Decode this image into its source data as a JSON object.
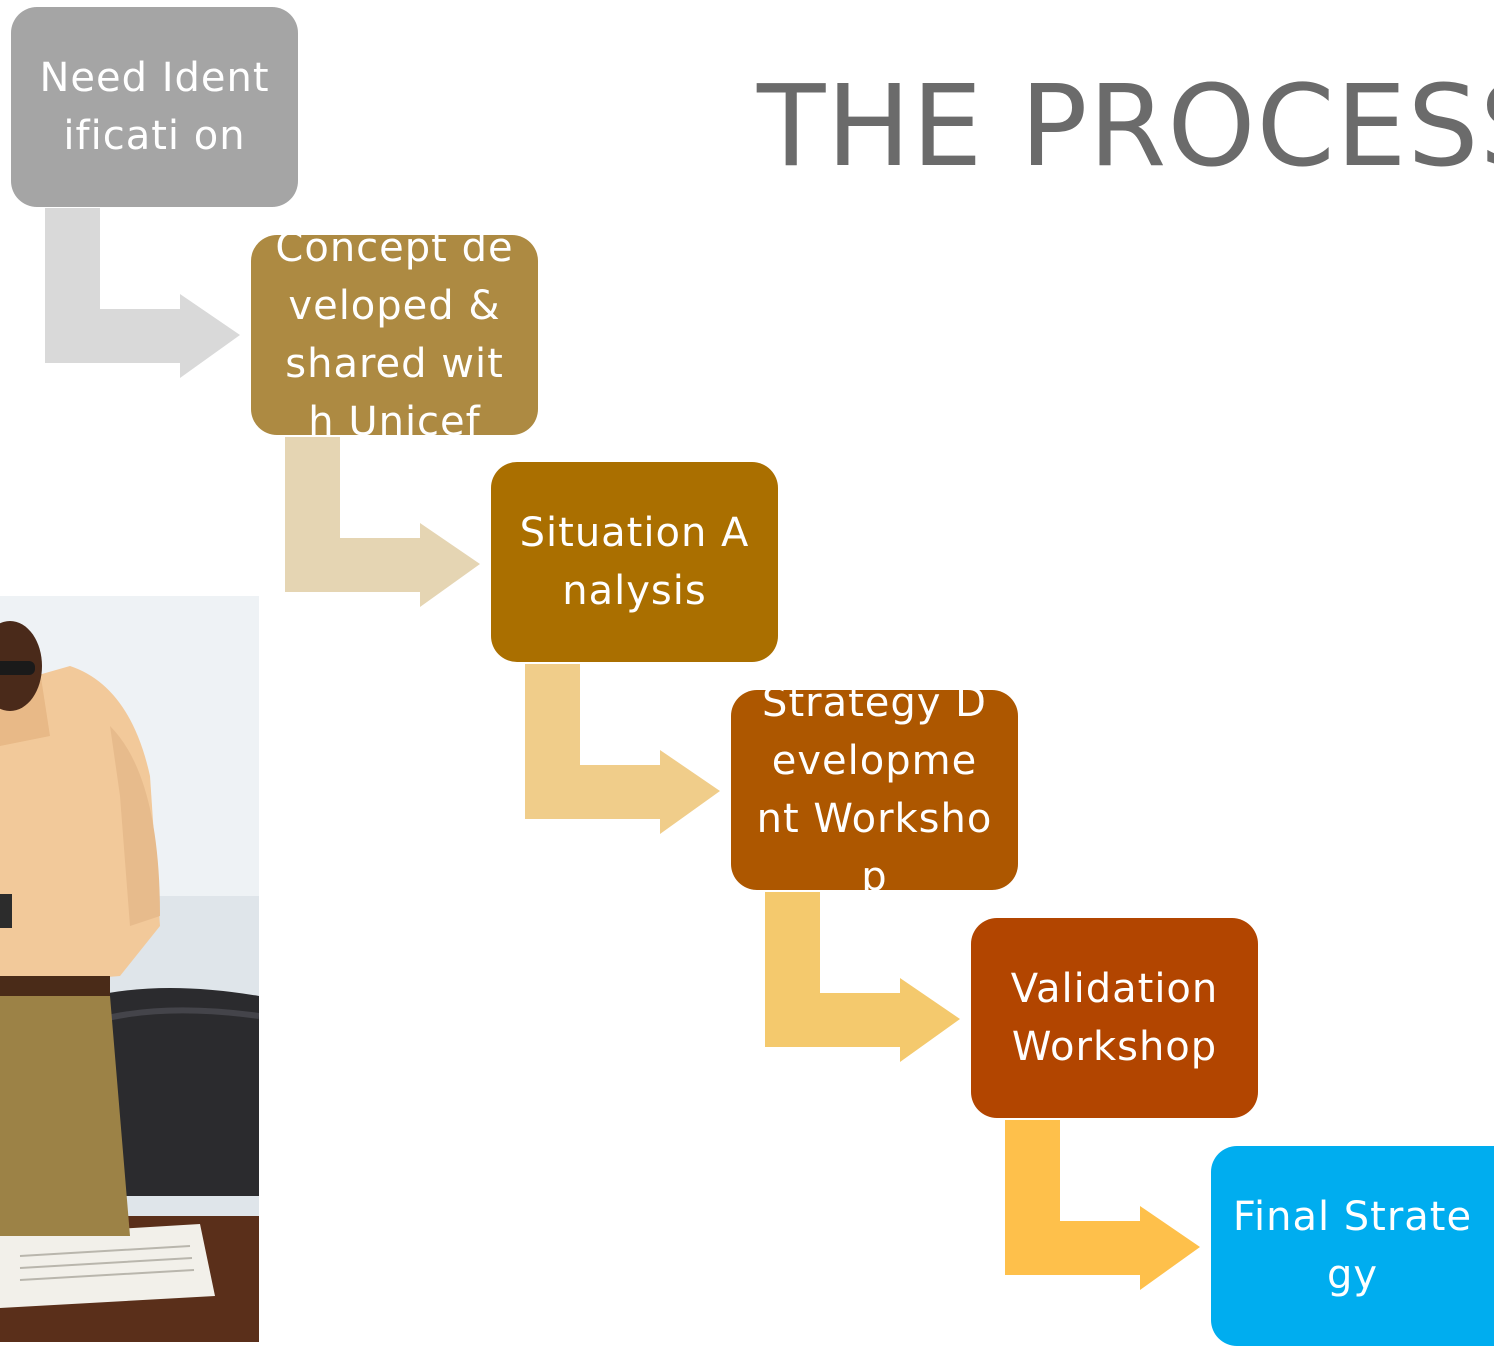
{
  "title": "THE PROCESS",
  "steps": [
    {
      "label": "Need Identificati on",
      "color": "#a5a5a5"
    },
    {
      "label": "Concept developed & shared with Unicef",
      "color": "#ad8a42"
    },
    {
      "label": "Situation Analysis",
      "color": "#aa6f00"
    },
    {
      "label": "Strategy Developme nt Workshop",
      "color": "#ad5700"
    },
    {
      "label": "Validation Workshop",
      "color": "#b24500"
    },
    {
      "label": "Final Strategy",
      "color": "#00adef"
    }
  ],
  "arrow_colors": [
    "#d9d9d9",
    "#e5d5b3",
    "#f0cd8a",
    "#f4c96d",
    "#fec04b"
  ]
}
